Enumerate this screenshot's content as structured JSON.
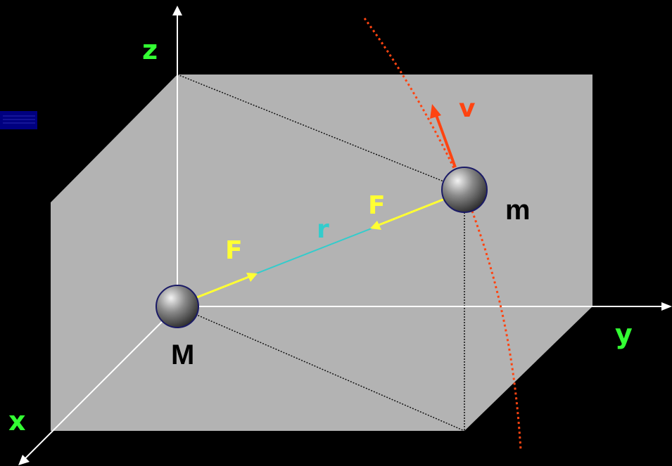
{
  "colors": {
    "background": "#000000",
    "plane": "#b3b3b3",
    "axis": "#ffffff",
    "axis_label": "#33ff33",
    "force": "#ffff33",
    "r_vector": "#33cccc",
    "velocity": "#ff4411",
    "orbit": "#ff4411",
    "mass_outline": "#1a1a66",
    "edge_box": "#000080"
  },
  "axes": {
    "x": "x",
    "y": "y",
    "z": "z"
  },
  "masses": {
    "large": "M",
    "small": "m"
  },
  "vectors": {
    "force_on_M": "F",
    "force_on_m": "F",
    "separation": "r",
    "velocity": "v"
  },
  "icons": {
    "mass_sphere": "gradient-sphere",
    "arrowhead": "triangle"
  }
}
